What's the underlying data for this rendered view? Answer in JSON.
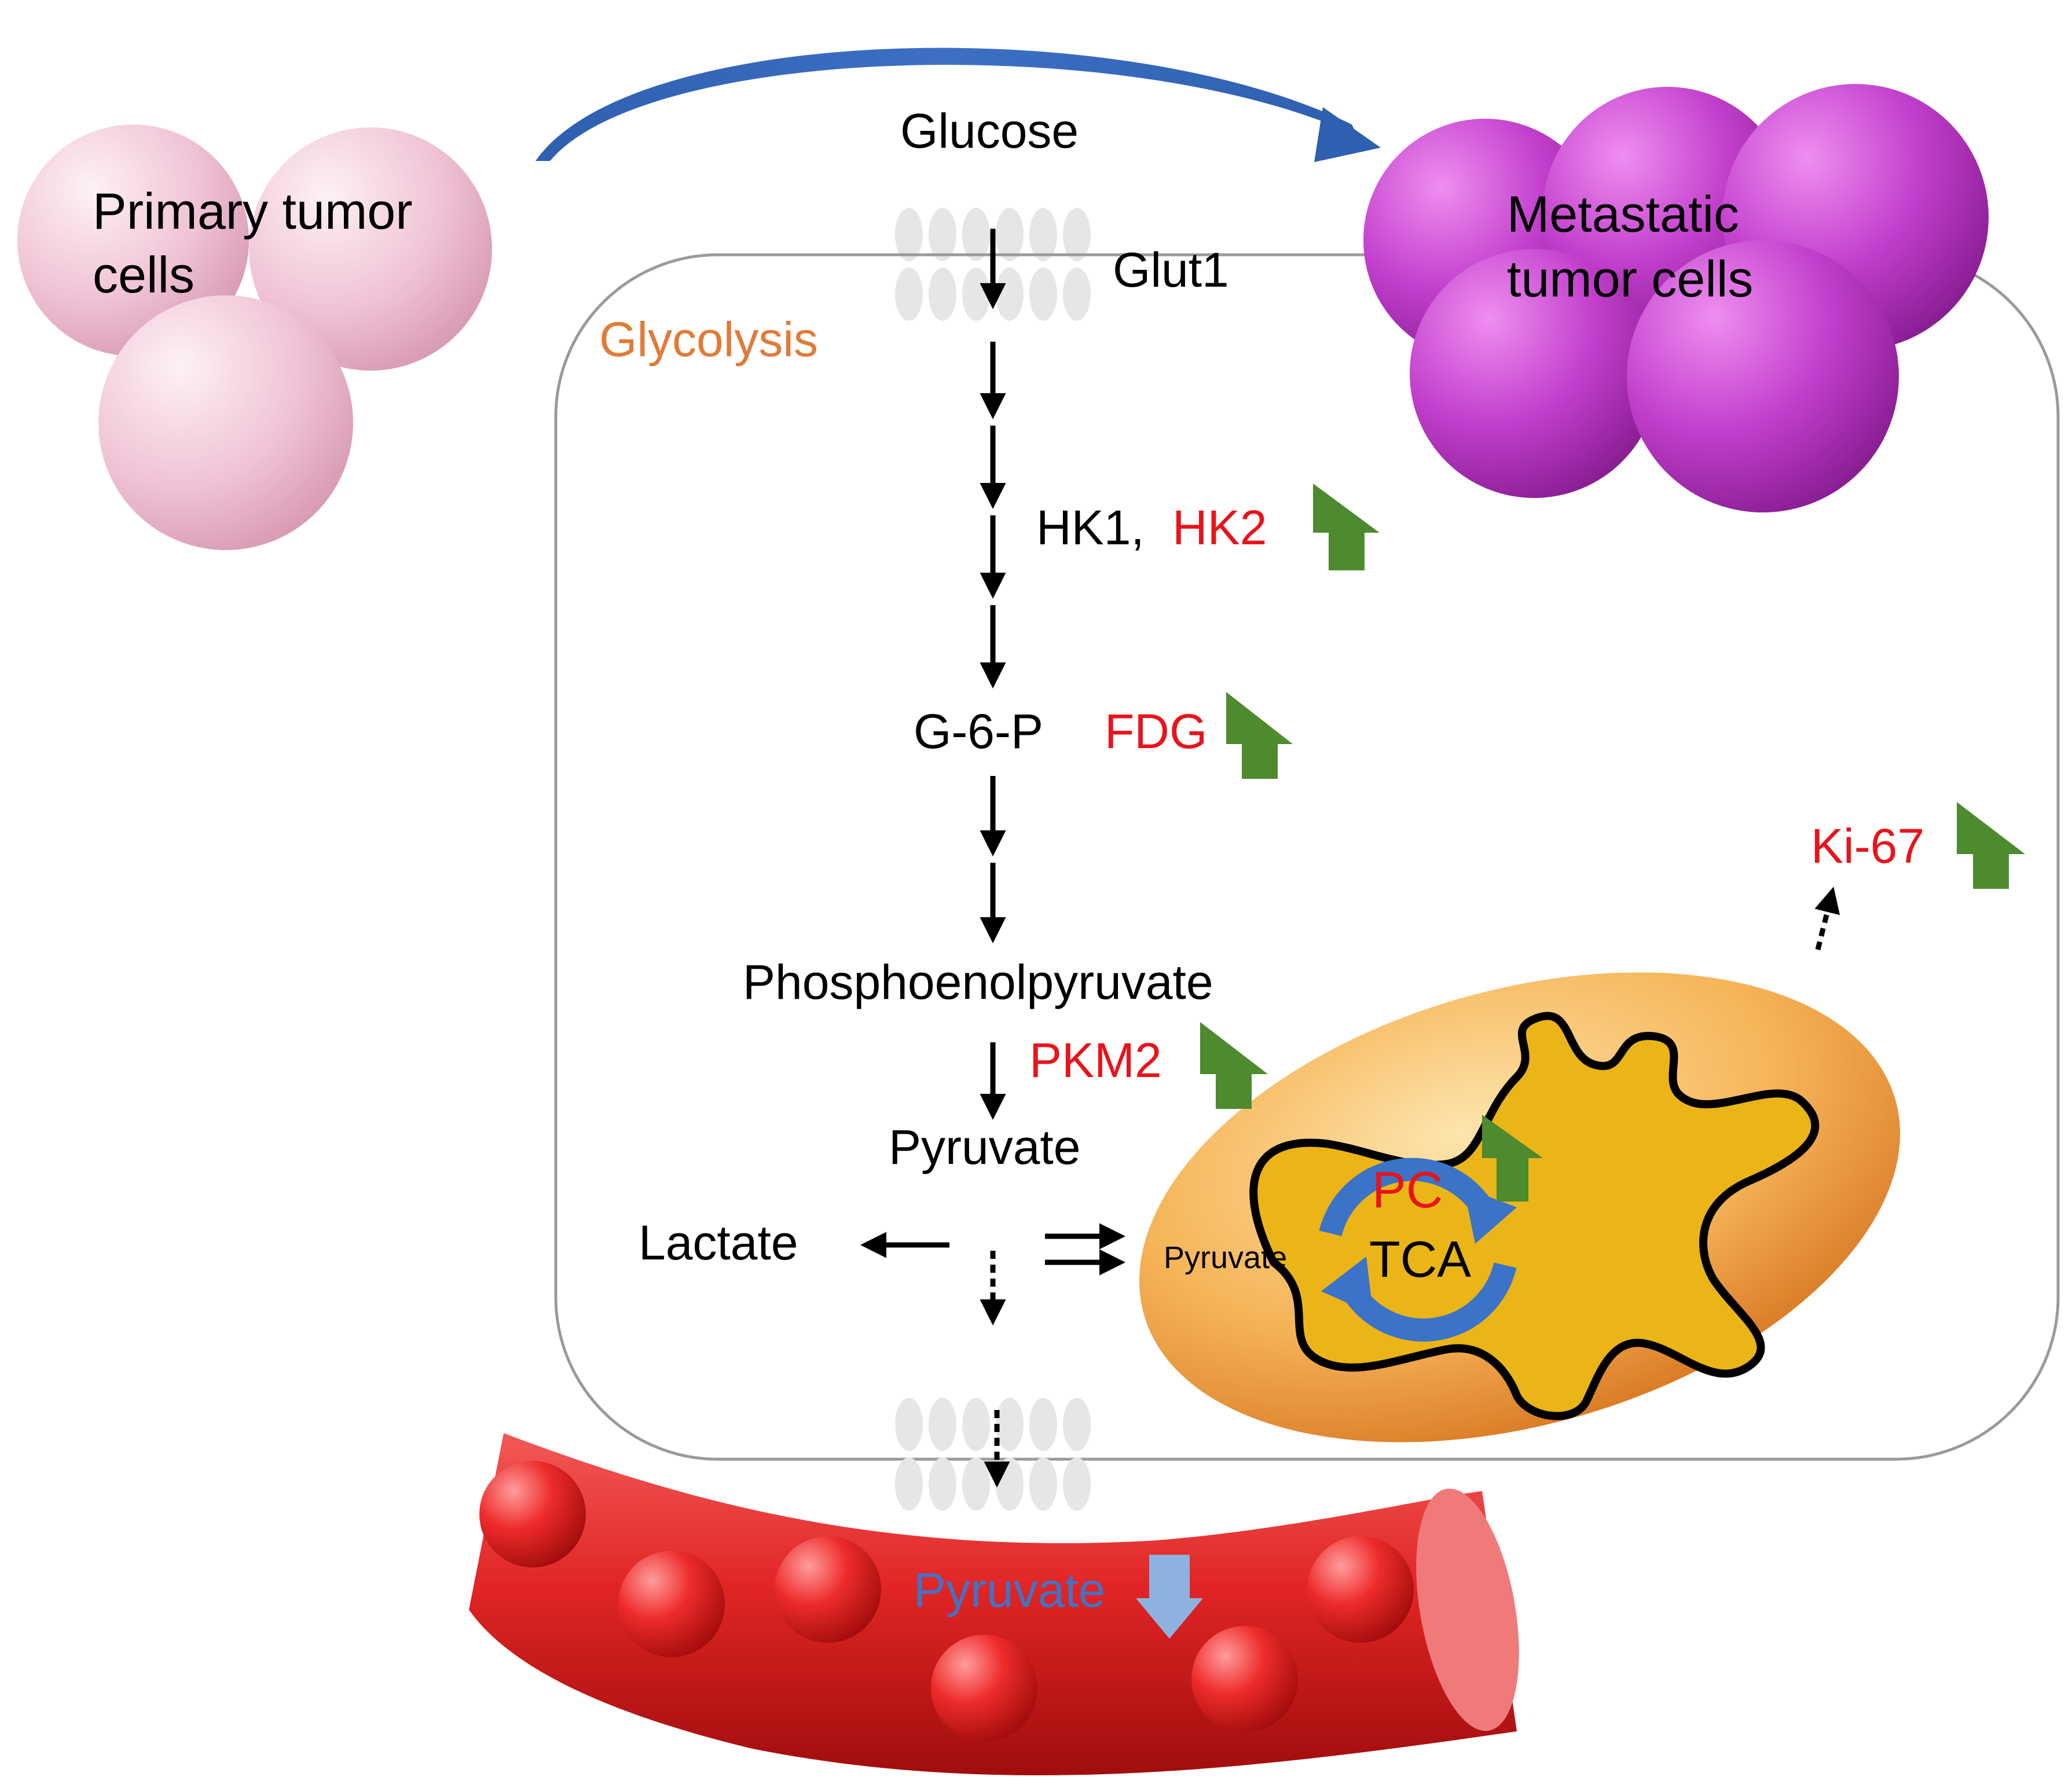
{
  "colors": {
    "black": "#000000",
    "red": "#e8141b",
    "orange": "#e07b39",
    "blue_label": "#4472c4",
    "green_arrow": "#4e8a2e",
    "light_blue_arrow": "#8eb2e0",
    "curve_arrow": "#2f5faf",
    "membrane": "#e6e6e6",
    "cell_outline": "#9a9a9a"
  },
  "labels": {
    "primary_line1": "Primary tumor",
    "primary_line2": "cells",
    "metastatic_line1": "Metastatic",
    "metastatic_line2": "tumor cells",
    "glucose": "Glucose",
    "glut1": "Glut1",
    "glycolysis": "Glycolysis",
    "hk1": "HK1,",
    "hk2": "HK2",
    "g6p": "G-6-P",
    "fdg": "FDG",
    "ki67": "Ki-67",
    "pep": "Phosphoenolpyruvate",
    "pkm2": "PKM2",
    "pyruvate": "Pyruvate",
    "lactate": "Lactate",
    "pyruvate_mito": "Pyruvate",
    "pc": "PC",
    "tca": "TCA",
    "pyruvate_blood": "Pyruvate"
  },
  "icons": {
    "up_arrow": "green-up-arrow-icon",
    "down_arrow": "light-blue-down-arrow-icon",
    "tca_cycle": "circular-cycle-arrows-icon"
  }
}
